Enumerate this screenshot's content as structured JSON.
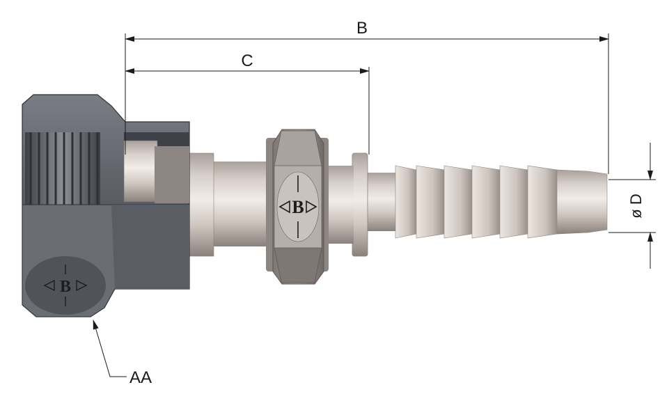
{
  "dimensions": {
    "overall_length_label": "B",
    "nut_to_collar_label": "C",
    "tail_diameter_label": "ø D",
    "nut_callout_label": "AA"
  },
  "logo": {
    "letter": "B"
  },
  "colors": {
    "nut_dark": "#4a4d55",
    "nut_mid": "#6b6e76",
    "steel_light": "#e6ddd6",
    "steel_mid": "#b8ada6",
    "steel_dark": "#8a807b",
    "hex_body": "#8f8784",
    "dimension_line": "#1a1a1a"
  }
}
